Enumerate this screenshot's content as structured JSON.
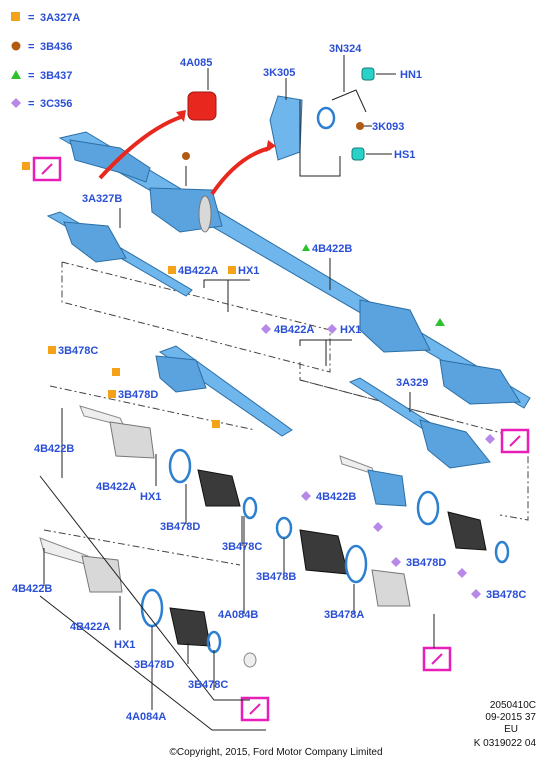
{
  "legend": [
    {
      "symbol": "square",
      "color": "#f5a21b",
      "code": "3A327A"
    },
    {
      "symbol": "circle",
      "color": "#b05a12",
      "code": "3B436"
    },
    {
      "symbol": "triangle",
      "color": "#2dc22d",
      "code": "3B437"
    },
    {
      "symbol": "diamond",
      "color": "#b788e8",
      "code": "3C356"
    }
  ],
  "labels": {
    "l_4a085": "4A085",
    "l_3n324": "3N324",
    "l_3k305": "3K305",
    "l_hn1": "HN1",
    "l_3k093": "3K093",
    "l_hs1": "HS1",
    "l_3a327b": "3A327B",
    "l_4b422b_top": "4B422B",
    "l_4b422a_1": "4B422A",
    "l_hx1_1": "HX1",
    "l_3b478c_1": "3B478C",
    "l_3b478d_1": "3B478D",
    "l_4b422a_2": "4B422A",
    "l_hx1_2": "HX1",
    "l_3a329": "3A329",
    "l_4b422b_l1": "4B422B",
    "l_4b422a_3": "4B422A",
    "l_hx1_3": "HX1",
    "l_3b478d_2": "3B478D",
    "l_3b478c_2": "3B478C",
    "l_3b478b": "3B478B",
    "l_4a084b": "4A084B",
    "l_3b478a": "3B478A",
    "l_4b422b_r": "4B422B",
    "l_3b478d_3": "3B478D",
    "l_3b478c_3": "3B478C",
    "l_4b422b_l2": "4B422B",
    "l_4b422a_4": "4B422A",
    "l_hx1_4": "HX1",
    "l_3b478d_4": "3B478D",
    "l_3b478c_4": "3B478C",
    "l_4a084a": "4A084A"
  },
  "footer": {
    "code1": "2050410C",
    "date": "09-2015 37",
    "region": "EU",
    "code2": "K 0319022 04",
    "copyright": "©Copyright, 2015, Ford Motor Company Limited"
  },
  "colors": {
    "label": "#2a4fd6",
    "marker_square": "#f5a21b",
    "marker_circle": "#b05a12",
    "marker_triangle": "#2dc22d",
    "marker_diamond": "#b788e8",
    "callout": "#e81eb8",
    "arrow": "#e8281e"
  }
}
